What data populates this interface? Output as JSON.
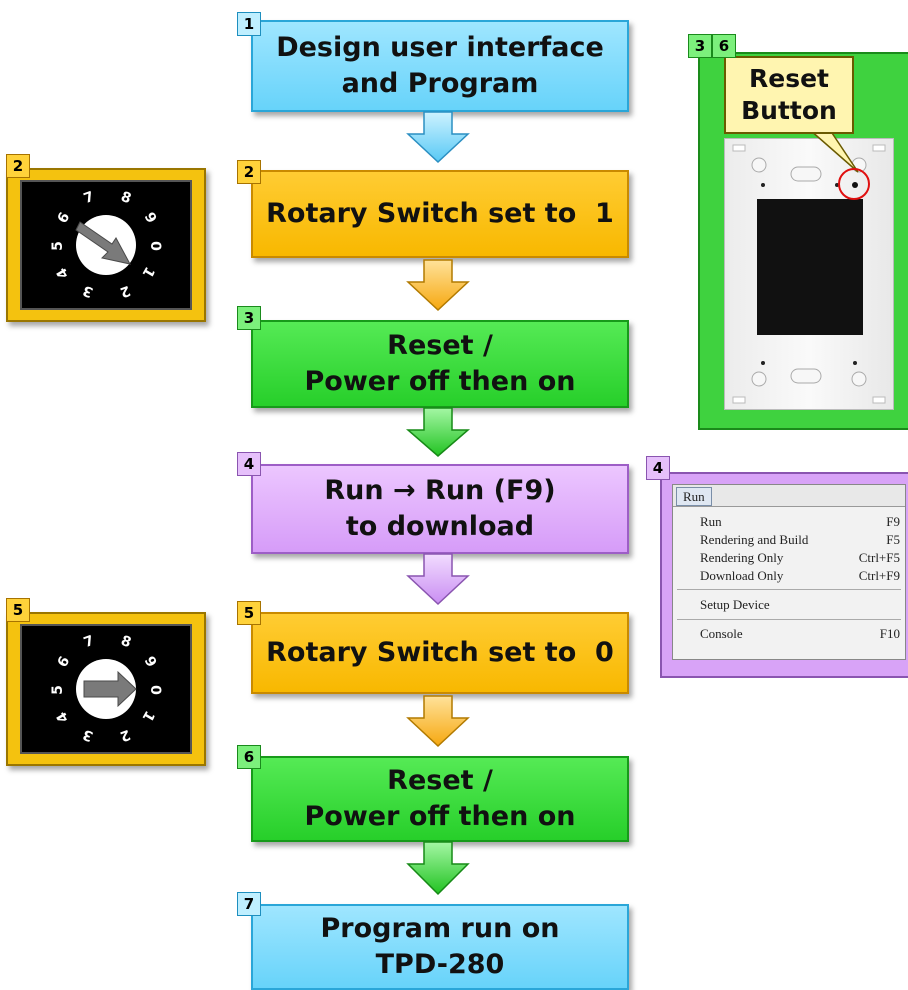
{
  "steps": [
    {
      "num": "1",
      "lines": [
        "Design user interface",
        "and Program"
      ]
    },
    {
      "num": "2",
      "lines": [
        "Rotary Switch set to  1"
      ]
    },
    {
      "num": "3",
      "lines": [
        "Reset /",
        "Power off then on"
      ]
    },
    {
      "num": "4",
      "lines": [
        "Run → Run (F9)",
        "to download"
      ]
    },
    {
      "num": "5",
      "lines": [
        "Rotary Switch set to  0"
      ]
    },
    {
      "num": "6",
      "lines": [
        "Reset /",
        "Power off then on"
      ]
    },
    {
      "num": "7",
      "lines": [
        "Program run on",
        "TPD-280"
      ]
    }
  ],
  "switch_panels": [
    {
      "tag": "2",
      "position_digits": [
        "7",
        "8",
        "9",
        "0",
        "1",
        "2",
        "3",
        "4",
        "5",
        "6"
      ],
      "pointer_to": "1"
    },
    {
      "tag": "5",
      "position_digits": [
        "7",
        "8",
        "9",
        "0",
        "1",
        "2",
        "3",
        "4",
        "5",
        "6"
      ],
      "pointer_to": "0"
    }
  ],
  "device_panel": {
    "tags": [
      "3",
      "6"
    ],
    "callout": [
      "Reset",
      "Button"
    ]
  },
  "menu_panel": {
    "tag": "4",
    "menu_title": "Run",
    "items": [
      {
        "label": "Run",
        "shortcut": "F9"
      },
      {
        "label": "Rendering and Build",
        "shortcut": "F5"
      },
      {
        "label": "Rendering Only",
        "shortcut": "Ctrl+F5"
      },
      {
        "label": "Download Only",
        "shortcut": "Ctrl+F9"
      },
      {
        "label": "Setup Device",
        "shortcut": ""
      },
      {
        "label": "Console",
        "shortcut": "F10"
      }
    ]
  },
  "colors": {
    "blue": "#67d3fa",
    "orange": "#f8b800",
    "green": "#27cf2a",
    "purple": "#d69cf8"
  }
}
